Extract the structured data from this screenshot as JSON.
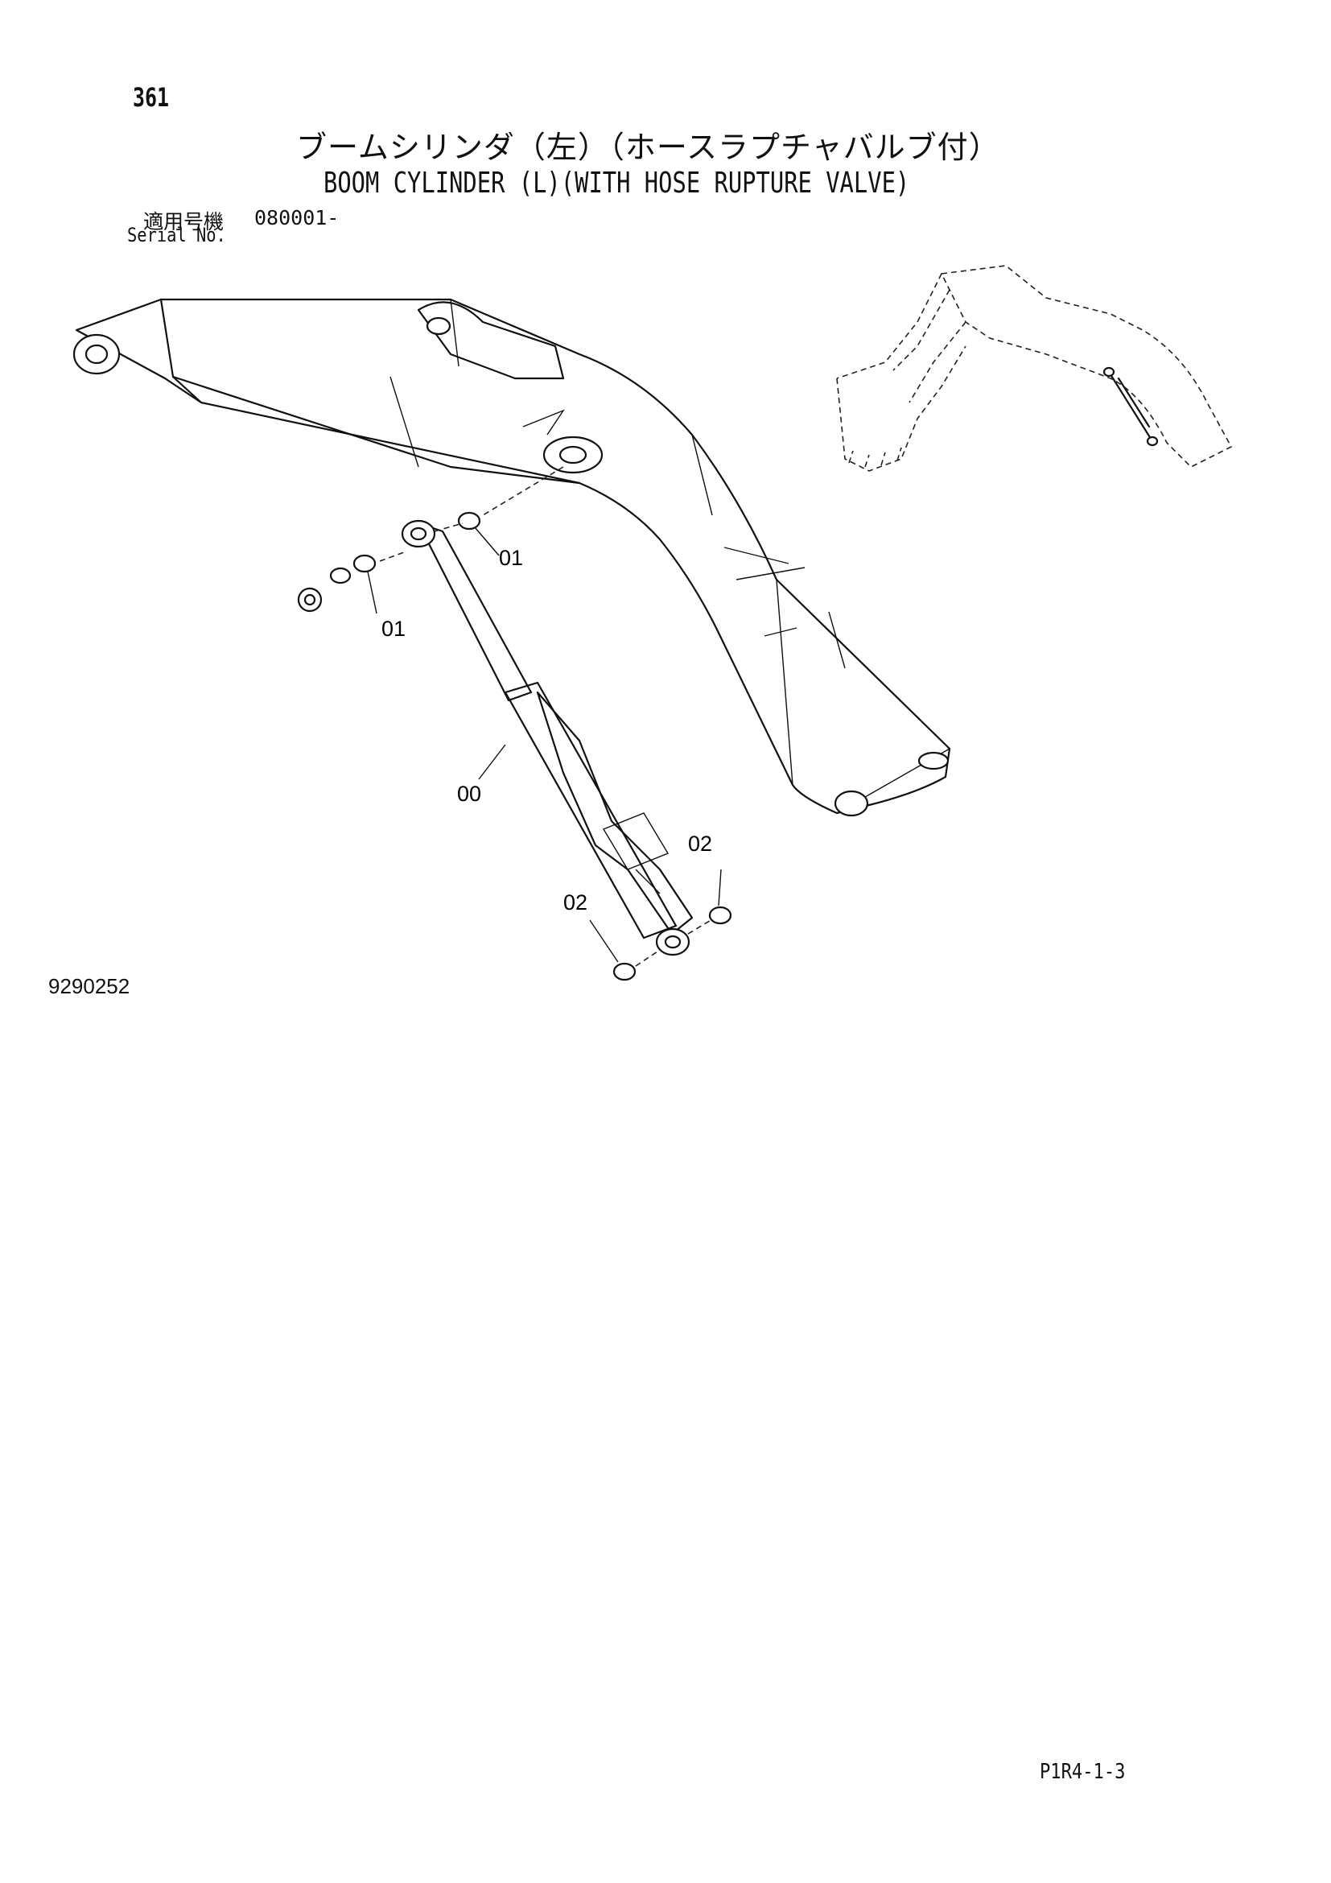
{
  "page": {
    "number": "361",
    "title_ja": "ブームシリンダ（左）（ホースラプチャバルブ付）",
    "title_en": "BOOM CYLINDER (L)(WITH HOSE RUPTURE VALVE)",
    "serial_label_ja": "適用号機",
    "serial_value": "080001-",
    "serial_label_en": "Serial No.",
    "figure_number": "9290252",
    "page_code": "P1R4-1-3"
  },
  "callouts": [
    "01",
    "01",
    "00",
    "02",
    "02"
  ]
}
